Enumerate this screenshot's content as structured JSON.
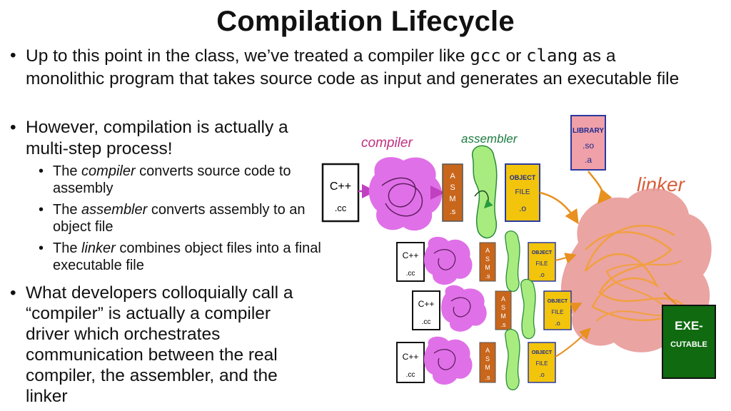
{
  "title": "Compilation Lifecycle",
  "bullet1": {
    "pre": "Up to this point in the class, we’ve treated a compiler like ",
    "code1": "gcc",
    "mid": " or ",
    "code2": "clang",
    "post": " as a monolithic program that takes source code as input and generates an executable file"
  },
  "bullet2": "However, compilation is actually a multi-step process!",
  "subs": [
    {
      "pre": "The ",
      "term": "compiler",
      "post": " converts source code to assembly"
    },
    {
      "pre": "The ",
      "term": "assembler",
      "post": " converts assembly to an object file"
    },
    {
      "pre": "The ",
      "term": "linker",
      "post": " combines object files into a final executable file"
    }
  ],
  "bullet3": "What developers colloquially call a “compiler” is actually a compiler driver which orchestrates communication between the real compiler, the assembler, and the linker",
  "diagram": {
    "compiler_label": "compiler",
    "assembler_label": "assembler",
    "linker_label": "linker",
    "library_lines": [
      "LIBRARY",
      ".so",
      ".a"
    ],
    "source_lines": [
      "C++",
      ".cc"
    ],
    "asm_letters": [
      "A",
      "S",
      "M",
      ".s"
    ],
    "object_lines": [
      "OBJECT",
      "FILE",
      ".o"
    ],
    "exe_lines": [
      "EXE-",
      "CUTABLE"
    ],
    "colors": {
      "compiler": "#e070e8",
      "assembler": "#a8ec80",
      "asm_box": "#c8661c",
      "object_box": "#f2c40c",
      "linker": "#e89a98",
      "linker_scribble": "#f2a040",
      "library_box": "#f0a0a8",
      "exe_box": "#0f6a10",
      "compiler_label": "#c03080",
      "assembler_label": "#1a7a40",
      "linker_label": "#d8603c"
    }
  }
}
